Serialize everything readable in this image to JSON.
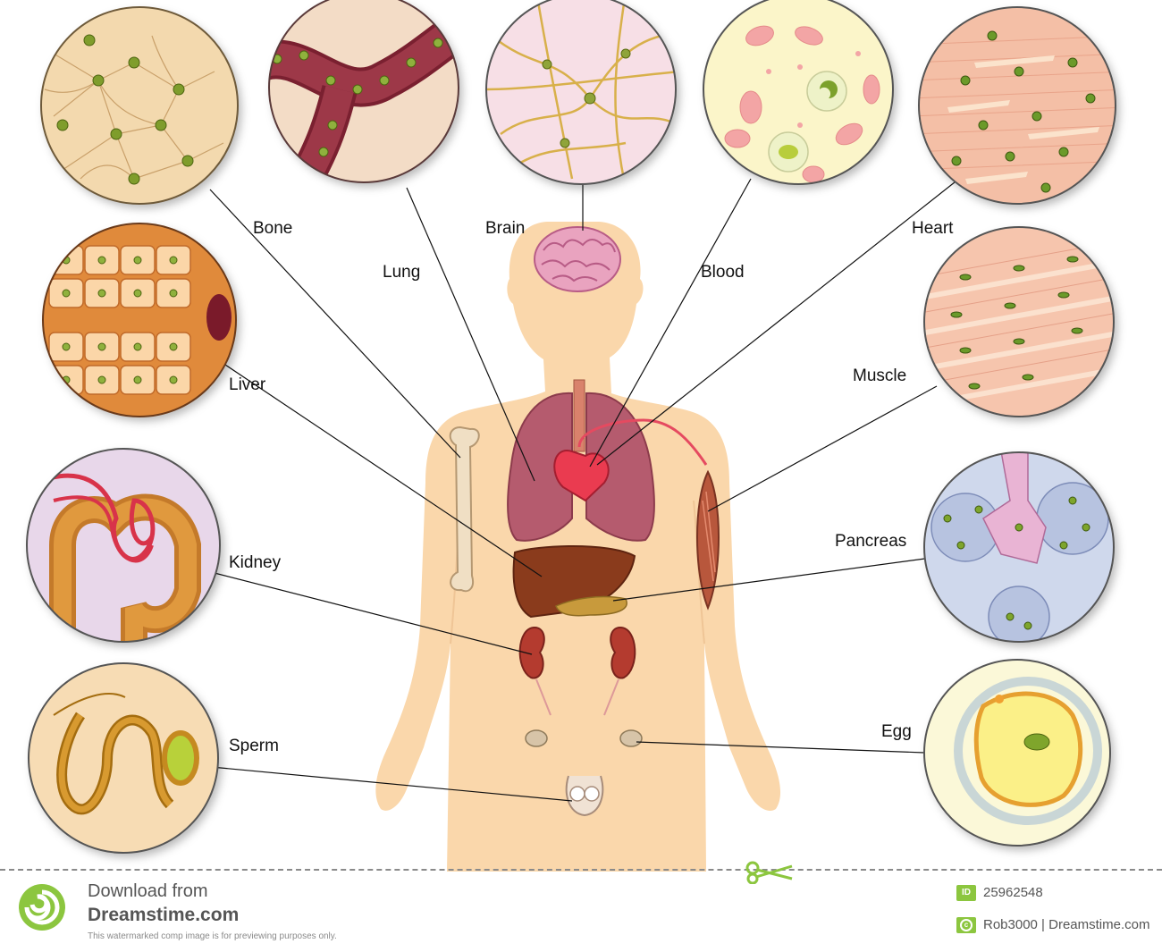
{
  "labels": {
    "bone": "Bone",
    "lung": "Lung",
    "brain": "Brain",
    "blood": "Blood",
    "heart": "Heart",
    "liver": "Liver",
    "muscle": "Muscle",
    "kidney": "Kidney",
    "pancreas": "Pancreas",
    "sperm": "Sperm",
    "egg": "Egg"
  },
  "footer": {
    "download_line": "Download from",
    "brand": "Dreamstime.com",
    "notice": "This watermarked comp image is for previewing purposes only.",
    "id_label": "ID",
    "id_number": "25962548",
    "credit": "Rob3000 | Dreamstime.com"
  },
  "colors": {
    "skin": "#fad7ab",
    "organ": "#b24a5c",
    "liver": "#8a3b1c",
    "brand_green": "#8cc63f"
  }
}
